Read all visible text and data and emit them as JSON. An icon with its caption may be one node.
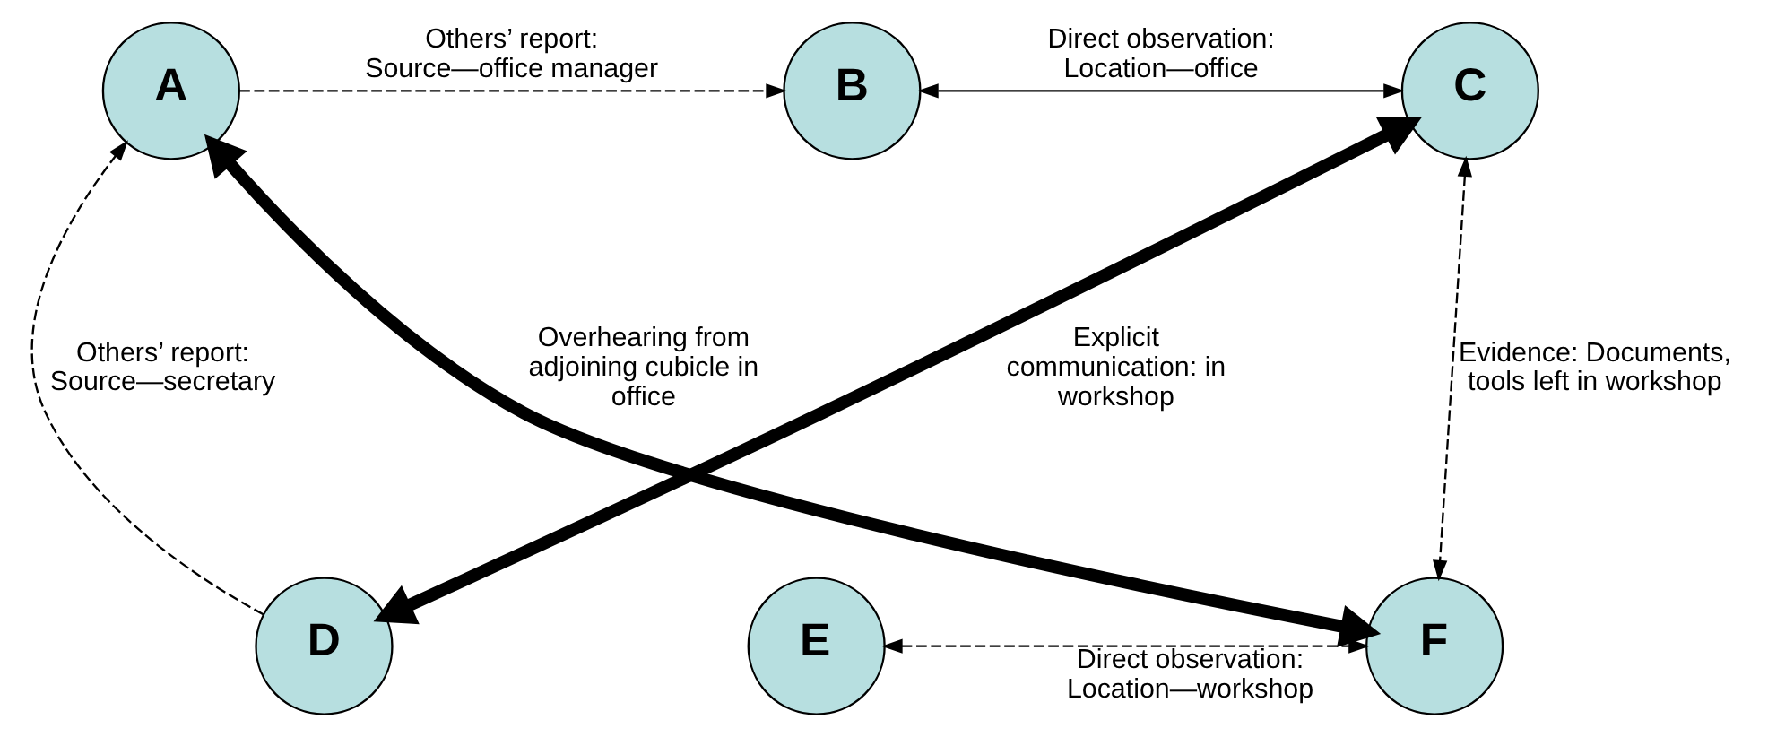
{
  "diagram": {
    "nodes": [
      {
        "text": [
          "A"
        ]
      },
      {
        "text": [
          "B"
        ]
      },
      {
        "text": [
          "C"
        ]
      },
      {
        "text": [
          "D"
        ]
      },
      {
        "text": [
          "E"
        ]
      },
      {
        "text": [
          "F"
        ]
      }
    ],
    "edges": [
      {
        "from": 0,
        "to": 1,
        "arrow": "to",
        "style": "dashed",
        "label": "Others’ report: Source—office manager"
      },
      {
        "from": 1,
        "to": 2,
        "arrow": "both",
        "label": "Direct observation: Location—office"
      },
      {
        "from": 5,
        "to": 0,
        "arrow": "both",
        "style": "thick",
        "label": "Overhearing from adjoining cubicle in office"
      },
      {
        "from": 3,
        "to": 0,
        "arrow": "to",
        "style": "dashed",
        "label": "Others’ report: Source—secretary"
      },
      {
        "from": 2,
        "to": 3,
        "arrow": "both",
        "style": "thick",
        "label": "Explicit communication: in workshop"
      },
      {
        "from": 2,
        "to": 5,
        "arrow": "both",
        "style": "dashed",
        "label": "Evidence: Documents, tools left in workshop"
      },
      {
        "from": 4,
        "to": 5,
        "arrow": "both",
        "style": "dashed",
        "label": "Direct observation: Location—workshop"
      }
    ]
  }
}
